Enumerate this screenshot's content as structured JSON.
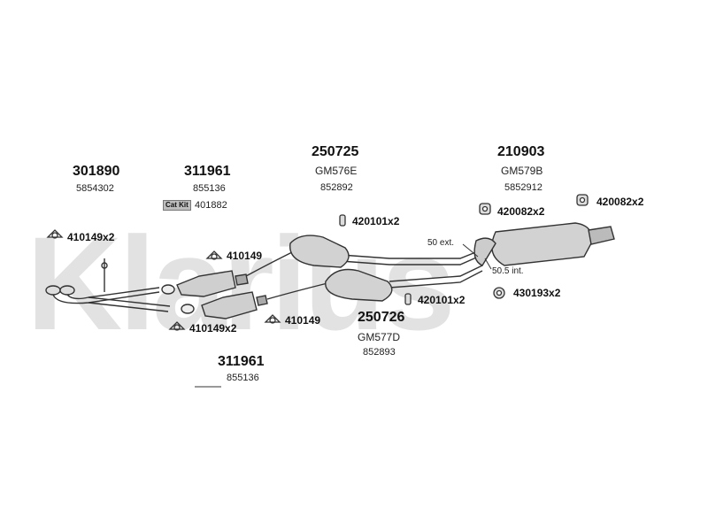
{
  "watermark": "Klarius",
  "parts": [
    {
      "id": "301890",
      "ref": "5854302"
    },
    {
      "id": "311961",
      "kit": "Cat Kit",
      "ref": "401882",
      "ref2": "855136"
    },
    {
      "id": "250725",
      "model": "GM576E",
      "ref": "852892"
    },
    {
      "id": "210903",
      "model": "GM579B",
      "ref": "5852912"
    },
    {
      "id": "250726",
      "model": "GM577D",
      "ref": "852893"
    },
    {
      "id": "311961",
      "ref": "855136"
    }
  ],
  "hardware": [
    "410149x2",
    "410149",
    "410149x2",
    "410149",
    "420101x2",
    "420101x2",
    "420082x2",
    "420082x2",
    "430193x2"
  ],
  "notes": [
    "50 ext.",
    "50.5 int."
  ]
}
